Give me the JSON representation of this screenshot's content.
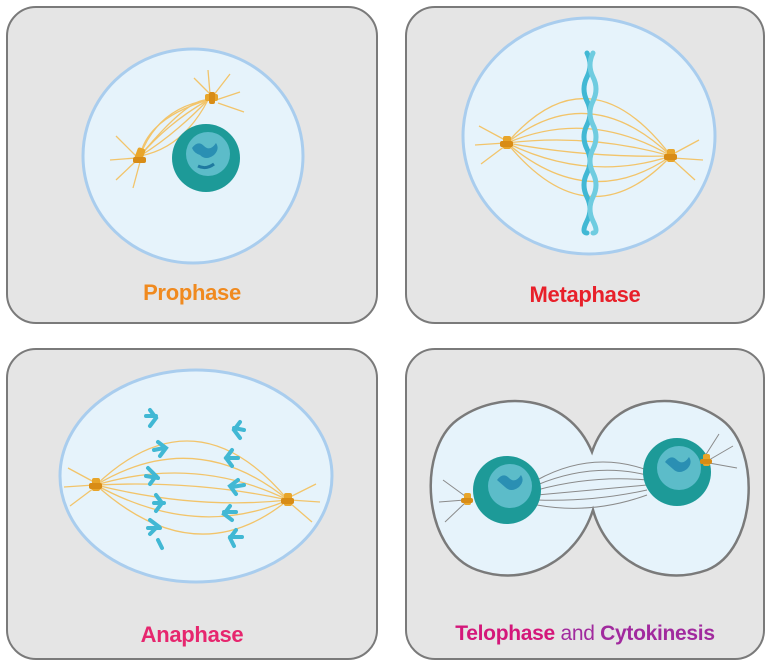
{
  "panels": {
    "prophase": {
      "label": "Prophase",
      "color": "#f08a1f"
    },
    "metaphase": {
      "label": "Metaphase",
      "color": "#e8202a"
    },
    "anaphase": {
      "label": "Anaphase",
      "color": "#e6266e"
    },
    "telophase": {
      "label_a": "Telophase",
      "color_a": "#d4177a",
      "joiner": "and",
      "label_b": "Cytokinesis",
      "color_b": "#a12a9e"
    }
  },
  "colors": {
    "panel_bg": "#e5e5e5",
    "cell_fill": "#e6f3fb",
    "cell_membrane": "#a9cdee",
    "spindle": "#f2c46a",
    "centrosome": "#e8a52a",
    "chromosome": "#41b8d4",
    "nucleus": "#1d9a98"
  },
  "icons": [
    "centrosome-icon",
    "nucleus-icon",
    "chromosome-icon"
  ]
}
